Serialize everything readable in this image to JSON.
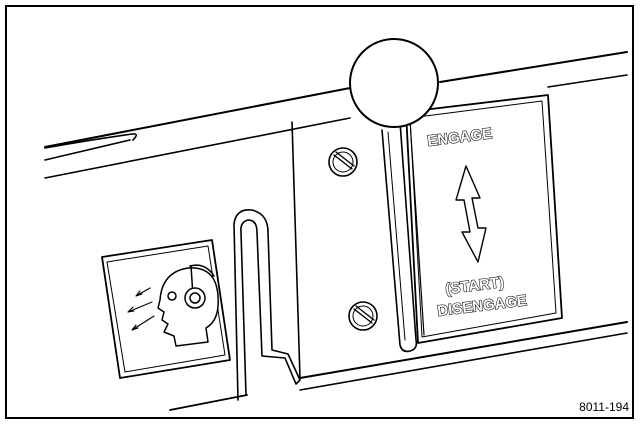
{
  "figure": {
    "id_label": "8011-194",
    "label_engage": "ENGAGE",
    "label_start": "(START)",
    "label_disengage": "DISENGAGE",
    "line_color": "#000000",
    "background": "#ffffff"
  }
}
